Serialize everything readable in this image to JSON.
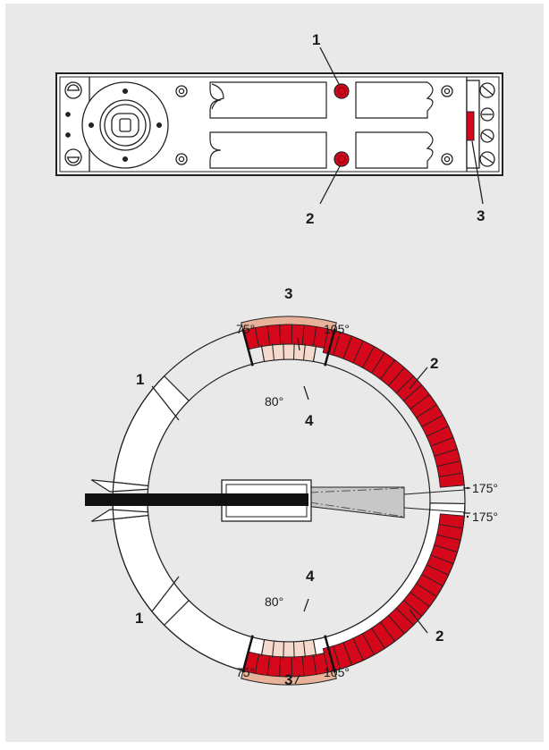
{
  "colors": {
    "background": "#e9e9e9",
    "red": "#d5081b",
    "salmon": "#e8b29a",
    "light_salmon": "#f4d9cc",
    "rod_gray": "#c7c7c7",
    "black": "#111111"
  },
  "top_callouts": {
    "c1": "1",
    "c2": "2",
    "c3": "3"
  },
  "dial": {
    "callouts": {
      "arrow_upper": "1",
      "arrow_lower": "1",
      "red_upper": "2",
      "red_lower": "2",
      "band_upper": "3",
      "band_lower": "3",
      "inner_upper": "4",
      "inner_lower": "4"
    },
    "angles": {
      "upper_75": "75°",
      "upper_105": "105°",
      "upper_80": "80°",
      "lower_80": "80°",
      "lower_75": "75°",
      "lower_105": "105°",
      "right_upper_175": "175°",
      "right_lower_175": "175°"
    }
  }
}
